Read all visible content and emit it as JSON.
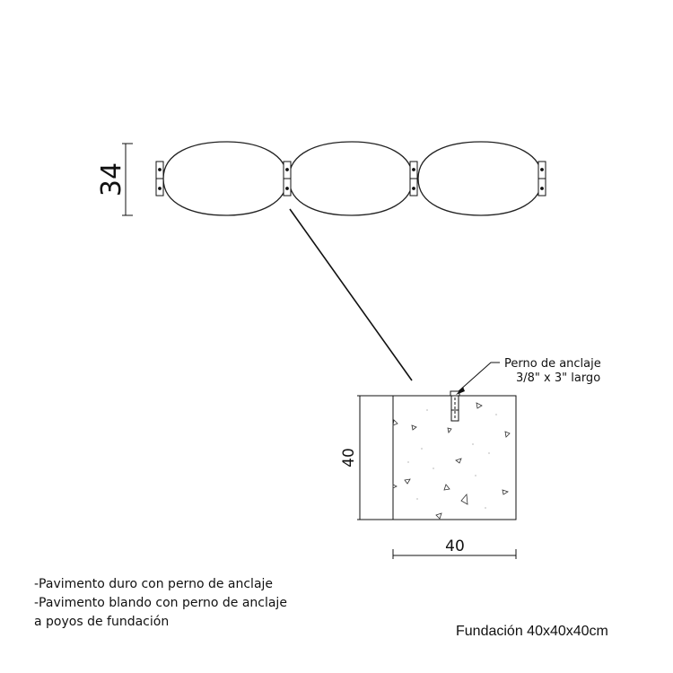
{
  "dimensions": {
    "height_label": "34",
    "foundation_height_label": "40",
    "foundation_width_label": "40"
  },
  "callout": {
    "line1": "Perno de anclaje",
    "line2": "3/8\" x 3\" largo"
  },
  "notes": [
    "-Pavimento duro con perno de anclaje",
    "-Pavimento blando con perno de anclaje",
    "a poyos de fundación"
  ],
  "caption": "Fundación 40x40x40cm"
}
